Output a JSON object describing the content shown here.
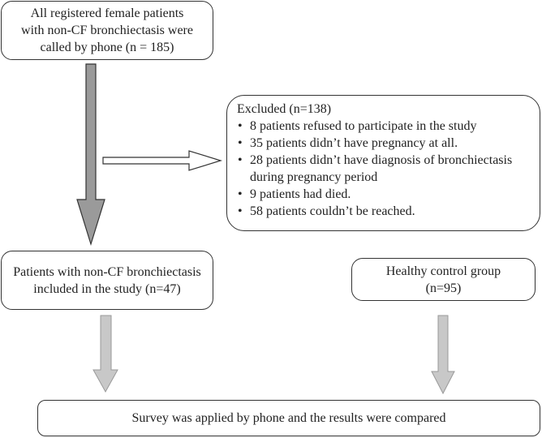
{
  "boxes": {
    "top": {
      "lines": [
        "All registered female patients",
        "with non-CF bronchiectasis were",
        "called by phone (n = 185)"
      ]
    },
    "excluded": {
      "title": "Excluded (n=138)",
      "items": [
        "8 patients refused to participate in the study",
        "35 patients didn’t have pregnancy at all.",
        "28 patients didn’t have diagnosis of bronchiectasis during pregnancy period",
        "9 patients had died.",
        "58 patients couldn’t be reached."
      ]
    },
    "patients": {
      "lines": [
        "Patients with non-CF bronchiectasis",
        "included in the study (n=47)"
      ]
    },
    "control": {
      "lines": [
        "Healthy control group",
        "(n=95)"
      ]
    },
    "survey": {
      "text": "Survey was applied by phone and the results were compared"
    }
  },
  "colors": {
    "main_arrow_fill": "#9a9a9a",
    "lower_arrow_fill": "#c8c8c8",
    "side_arrow_fill": "#ffffff",
    "stroke": "#333333"
  }
}
